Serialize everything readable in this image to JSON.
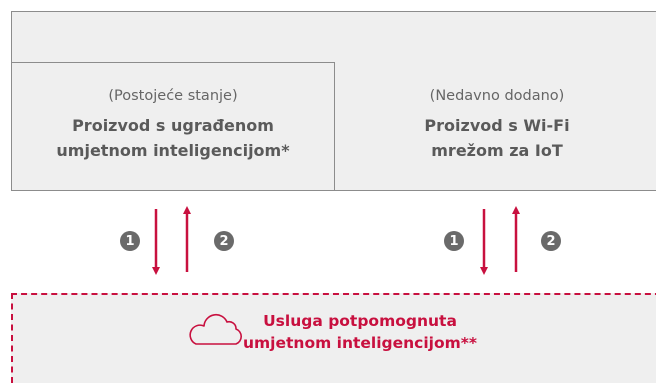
{
  "boxes": {
    "left": {
      "paren": "(Postojeće stanje)",
      "title_line1": "Proizvod s ugrađenom",
      "title_line2": "umjetnom inteligencijom*"
    },
    "right": {
      "paren": "(Nedavno dodano)",
      "title_line1": "Proizvod s Wi-Fi",
      "title_line2": "mrežom za IoT"
    }
  },
  "steps": {
    "one": "1",
    "two": "2"
  },
  "service": {
    "line1": "Usluga potpomognuta",
    "line2": "umjetnom inteligencijom**",
    "icon": "cloud-icon"
  },
  "colors": {
    "accent": "#c8103f",
    "box_fill": "#efefef",
    "box_border": "#8c8c8c",
    "badge": "#6a6a6a"
  }
}
